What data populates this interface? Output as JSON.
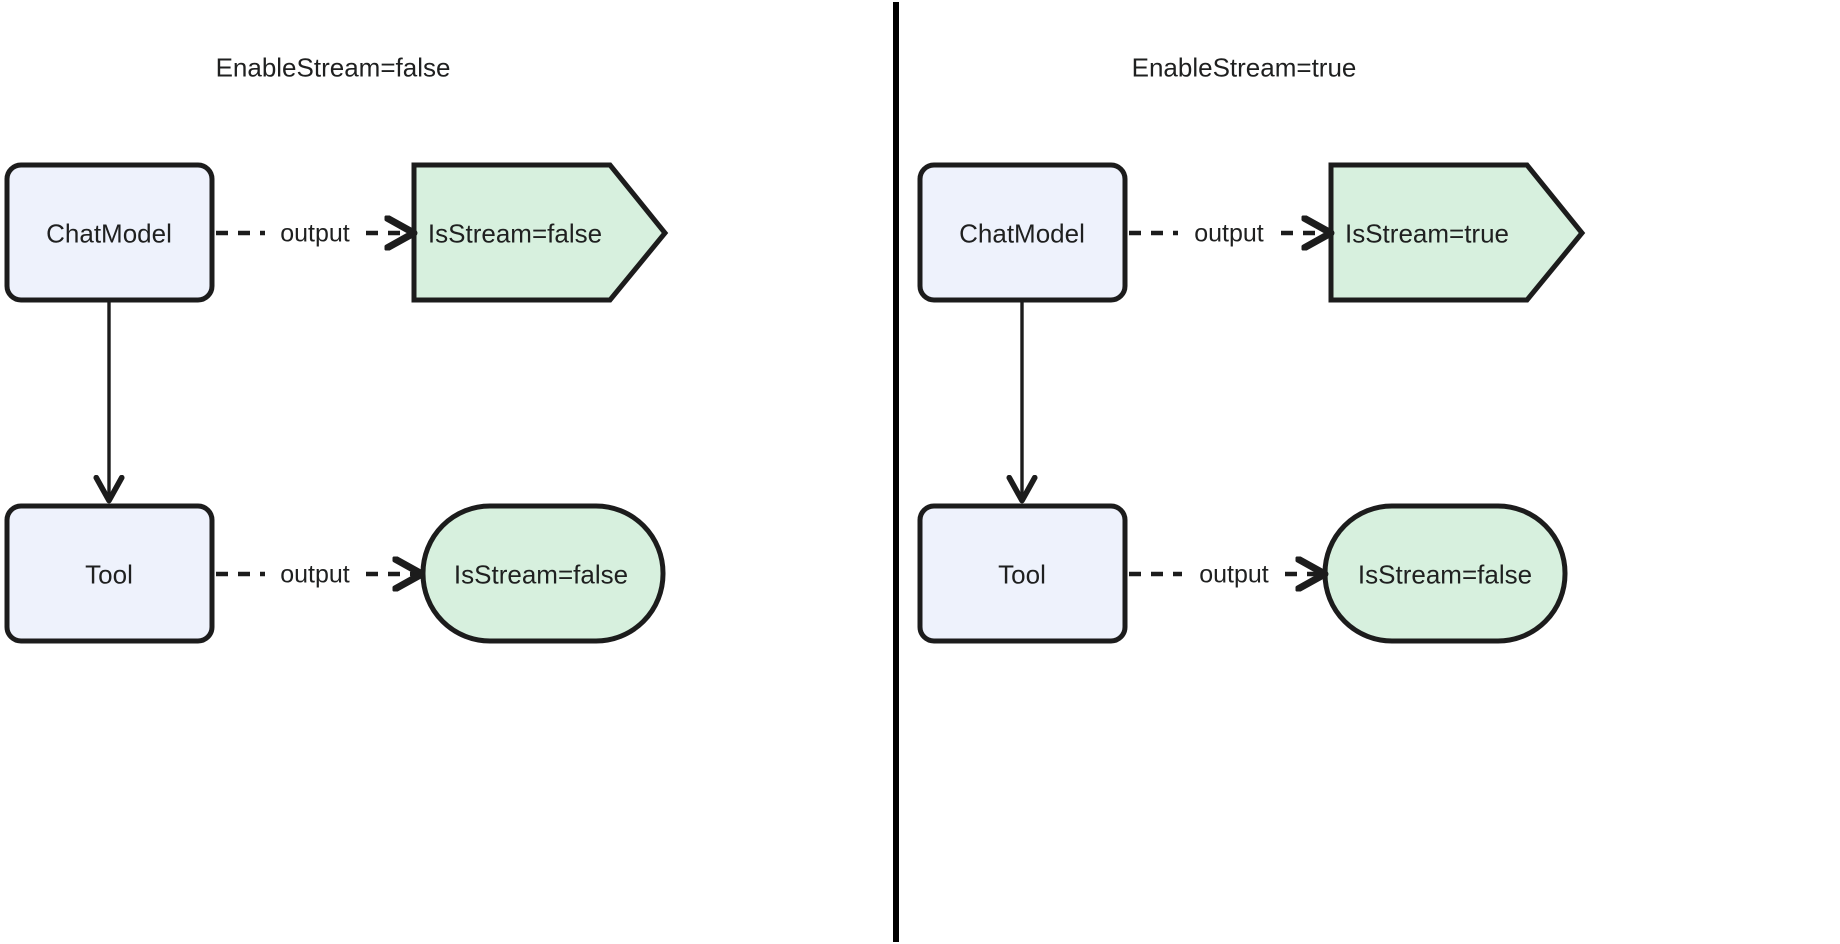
{
  "diagram": {
    "type": "flowchart",
    "background_color": "#ffffff",
    "divider_color": "#000000",
    "process_fill": "#eef2fc",
    "process_stroke": "#1c1c1c",
    "result_fill": "#d7f0de",
    "result_stroke": "#1c1c1c",
    "text_color": "#1f2020",
    "edge_color": "#1c1c1c"
  },
  "panels": [
    {
      "title": "EnableStream=false",
      "nodes": {
        "chat_model": "ChatModel",
        "tool": "Tool",
        "chat_result": "IsStream=false",
        "tool_result": "IsStream=false"
      },
      "edges": {
        "chat_output": "output",
        "tool_output": "output",
        "chat_to_tool": ""
      }
    },
    {
      "title": "EnableStream=true",
      "nodes": {
        "chat_model": "ChatModel",
        "tool": "Tool",
        "chat_result": "IsStream=true",
        "tool_result": "IsStream=false"
      },
      "edges": {
        "chat_output": "output",
        "tool_output": "output",
        "chat_to_tool": ""
      }
    }
  ]
}
